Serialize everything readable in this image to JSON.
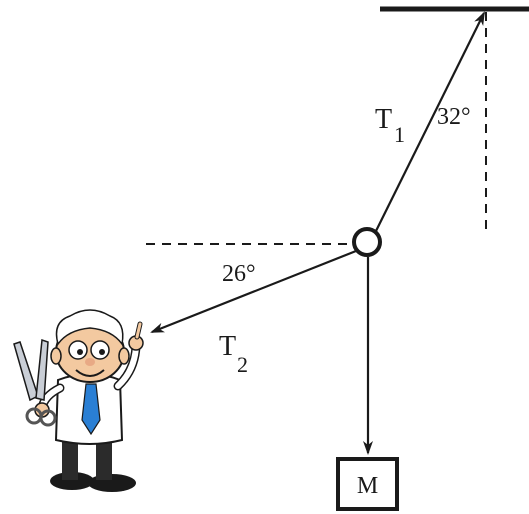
{
  "labels": {
    "t1_main": "T",
    "t1_sub": "1",
    "t2_main": "T",
    "t2_sub": "2",
    "angle_top": "32°",
    "angle_left": "26°",
    "mass": "M"
  },
  "illustration": {
    "icon": "scientist-with-scissors-icon"
  },
  "colors": {
    "line": "#1a1a1a",
    "tie": "#2a7fd4",
    "skin": "#f3c9a0"
  }
}
